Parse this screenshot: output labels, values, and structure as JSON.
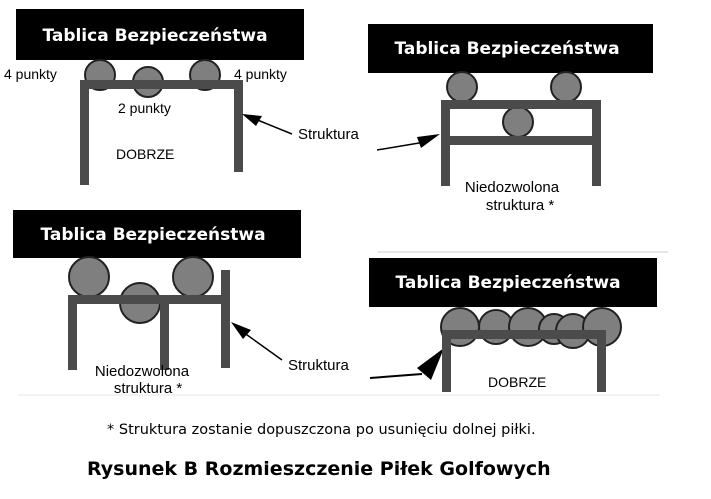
{
  "colors": {
    "board": "#000000",
    "board_text": "#ffffff",
    "structure": "#4b4b4b",
    "ball_fill": "#7f7f7f",
    "ball_stroke": "#222222"
  },
  "boards": [
    {
      "title": "Tablica Bezpieczeństwa"
    },
    {
      "title": "Tablica Bezpieczeństwa"
    },
    {
      "title": "Tablica Bezpieczeństwa"
    },
    {
      "title": "Tablica Bezpieczeństwa"
    }
  ],
  "labels": {
    "four_points_left": "4 punkty",
    "four_points_right": "4 punkty",
    "two_points": "2 punkty",
    "good_1": "DOBRZE",
    "good_2": "DOBRZE",
    "structure_1": "Struktura",
    "structure_2": "Struktura",
    "forbidden_1_line1": "Niedozwolona",
    "forbidden_1_line2": "struktura *",
    "forbidden_2_line1": "Niedozwolona",
    "forbidden_2_line2": "struktura *"
  },
  "footnote": "* Struktura zostanie dopuszczona po usunięciu dolnej piłki.",
  "caption": "Rysunek B Rozmieszczenie Piłek Golfowych"
}
